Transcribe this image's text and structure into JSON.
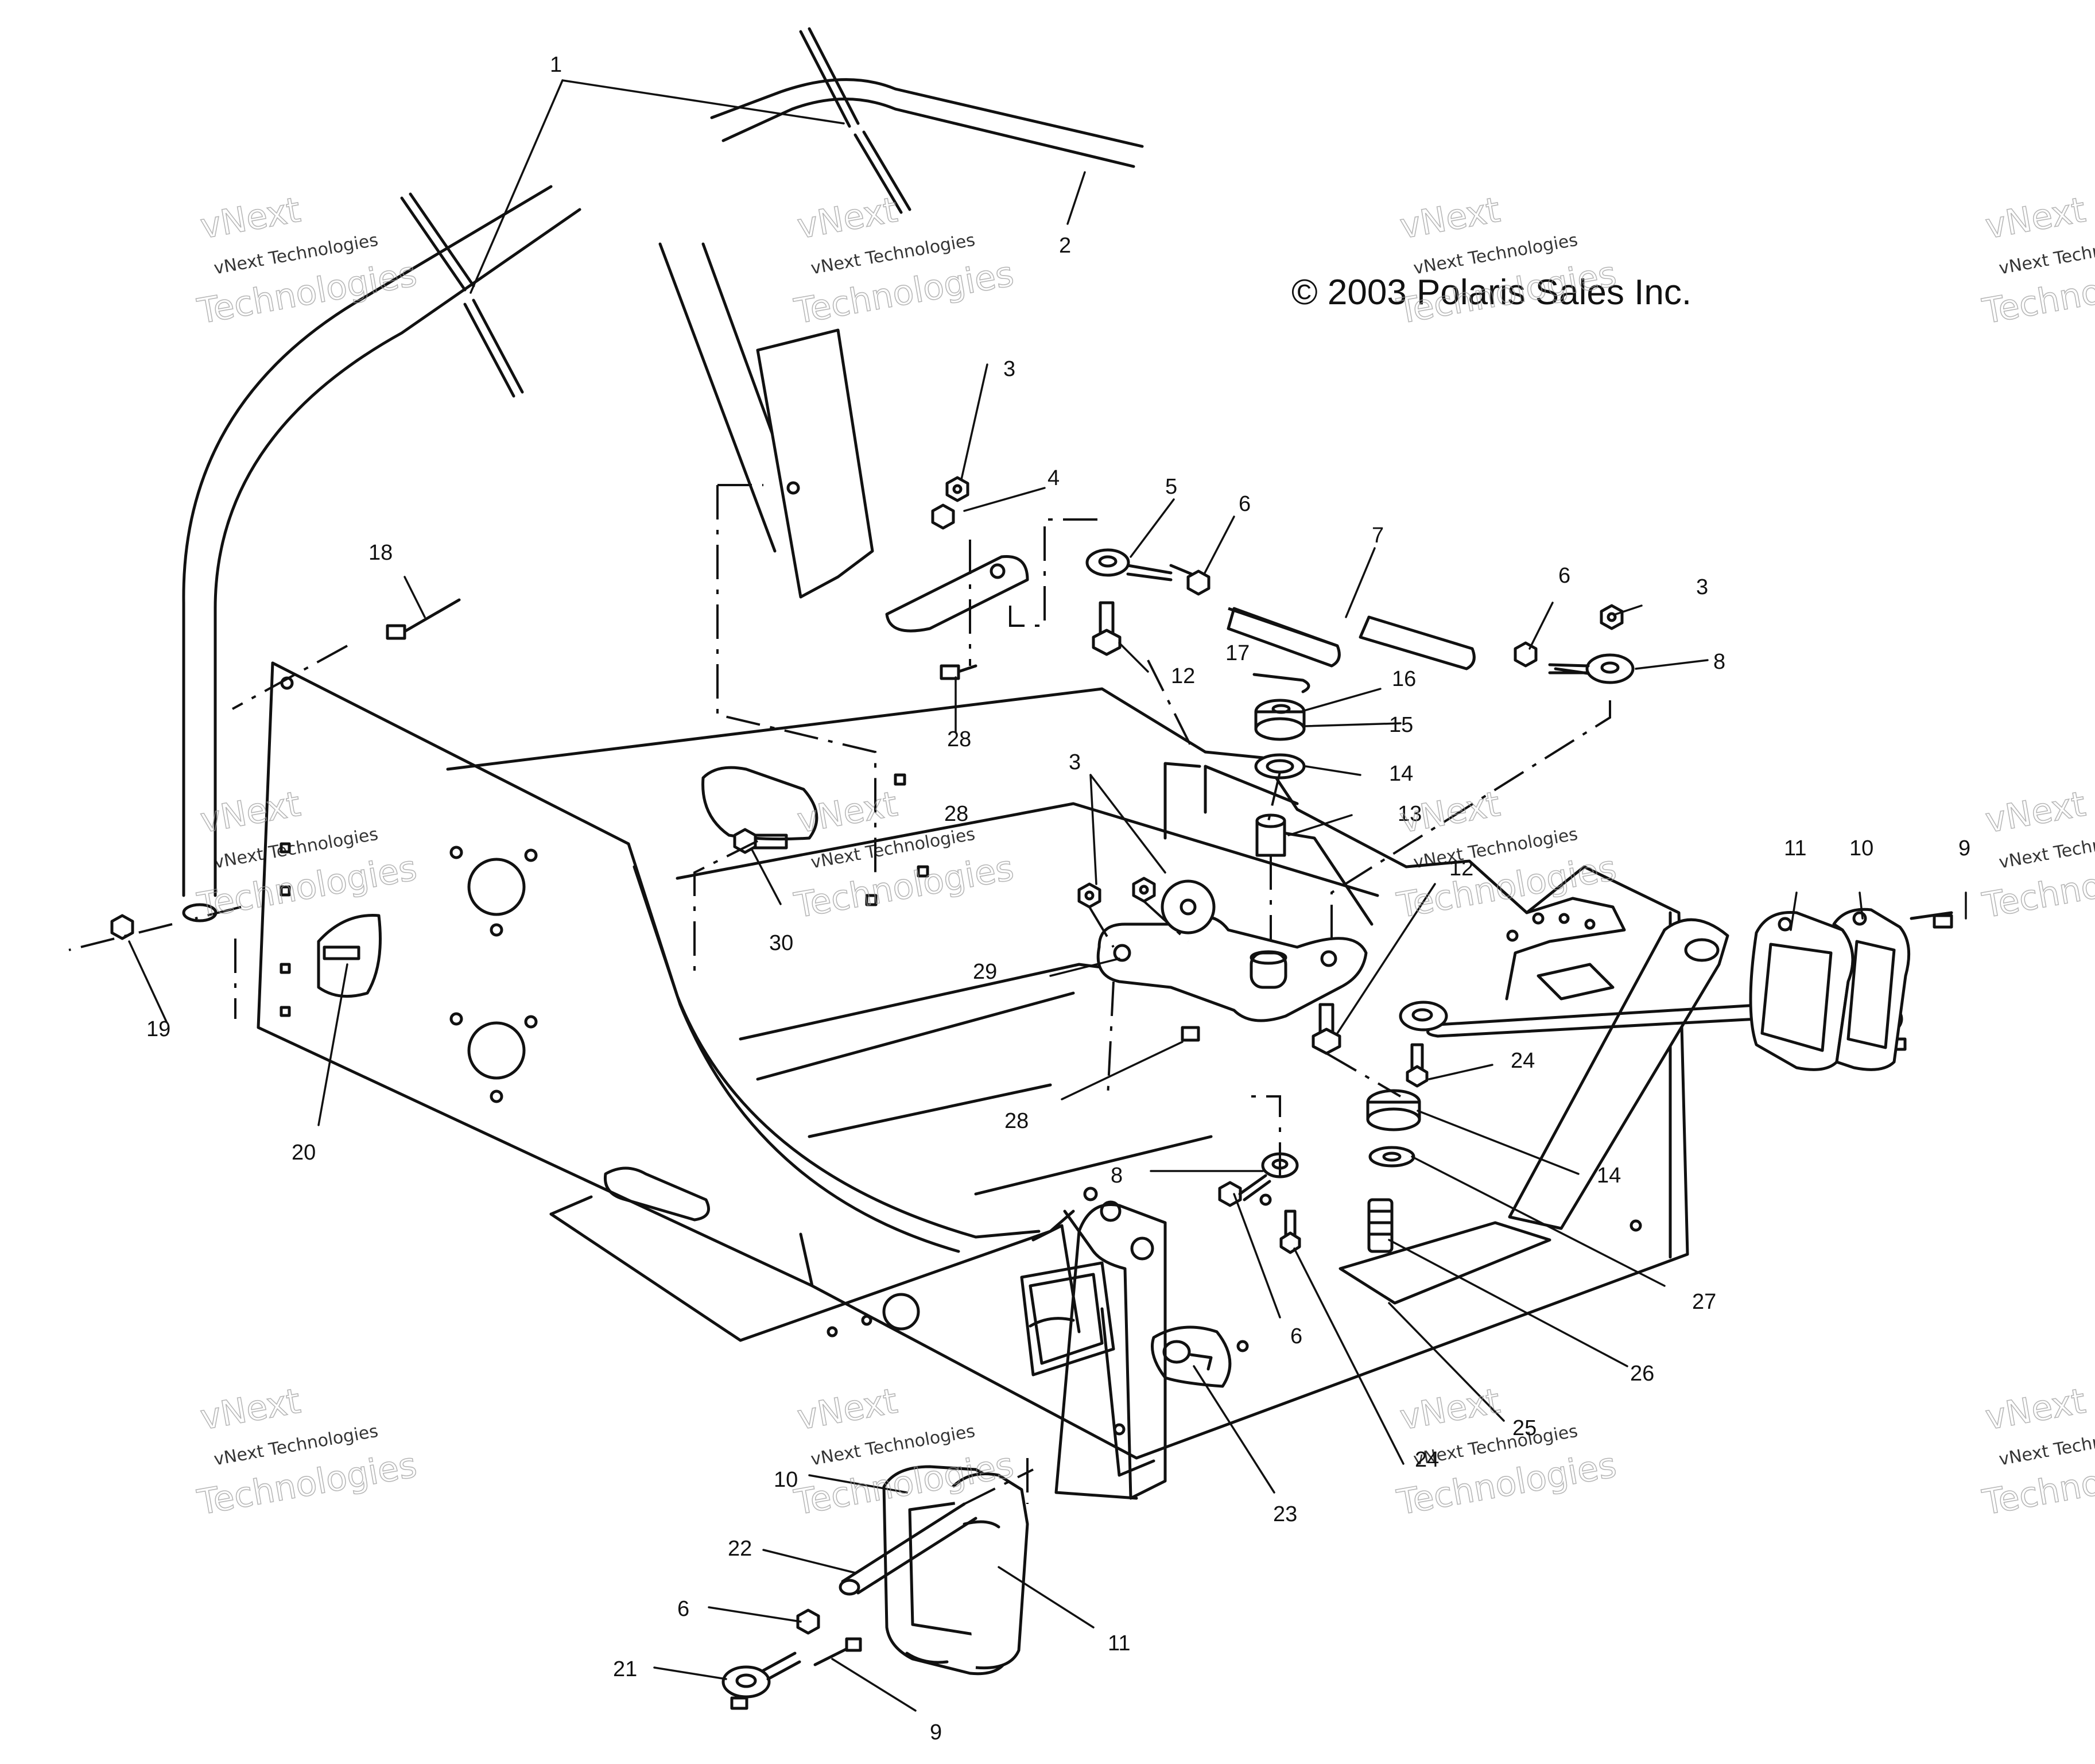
{
  "copyright": "© 2003 Polaris Sales Inc.",
  "watermark": {
    "line1": "vNext Technologies",
    "line2": "Technologies",
    "line3": "vNext"
  },
  "callouts": [
    {
      "id": "c1",
      "text": "1"
    },
    {
      "id": "c2",
      "text": "2"
    },
    {
      "id": "c3a",
      "text": "3"
    },
    {
      "id": "c4",
      "text": "4"
    },
    {
      "id": "c5",
      "text": "5"
    },
    {
      "id": "c6a",
      "text": "6"
    },
    {
      "id": "c7",
      "text": "7"
    },
    {
      "id": "c6b",
      "text": "6"
    },
    {
      "id": "c3b",
      "text": "3"
    },
    {
      "id": "c8a",
      "text": "8"
    },
    {
      "id": "c12a",
      "text": "12"
    },
    {
      "id": "c17",
      "text": "17"
    },
    {
      "id": "c16",
      "text": "16"
    },
    {
      "id": "c15",
      "text": "15"
    },
    {
      "id": "c14a",
      "text": "14"
    },
    {
      "id": "c13",
      "text": "13"
    },
    {
      "id": "c12b",
      "text": "12"
    },
    {
      "id": "c18",
      "text": "18"
    },
    {
      "id": "c28a",
      "text": "28"
    },
    {
      "id": "c28b",
      "text": "28"
    },
    {
      "id": "c3c",
      "text": "3"
    },
    {
      "id": "c30",
      "text": "30"
    },
    {
      "id": "c29",
      "text": "29"
    },
    {
      "id": "c19",
      "text": "19"
    },
    {
      "id": "c20",
      "text": "20"
    },
    {
      "id": "c28c",
      "text": "28"
    },
    {
      "id": "c11a",
      "text": "11"
    },
    {
      "id": "c10a",
      "text": "10"
    },
    {
      "id": "c9a",
      "text": "9"
    },
    {
      "id": "c24a",
      "text": "24"
    },
    {
      "id": "c14b",
      "text": "14"
    },
    {
      "id": "c27",
      "text": "27"
    },
    {
      "id": "c8b",
      "text": "8"
    },
    {
      "id": "c6c",
      "text": "6"
    },
    {
      "id": "c26",
      "text": "26"
    },
    {
      "id": "c25",
      "text": "25"
    },
    {
      "id": "c24b",
      "text": "24"
    },
    {
      "id": "c23",
      "text": "23"
    },
    {
      "id": "c10b",
      "text": "10"
    },
    {
      "id": "c22",
      "text": "22"
    },
    {
      "id": "c6d",
      "text": "6"
    },
    {
      "id": "c21",
      "text": "21"
    },
    {
      "id": "c11b",
      "text": "11"
    },
    {
      "id": "c9b",
      "text": "9"
    }
  ]
}
